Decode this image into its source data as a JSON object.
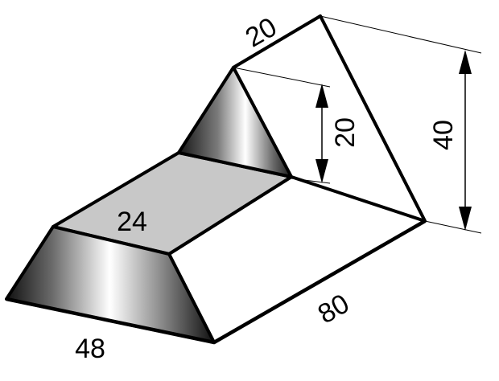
{
  "dimensions": {
    "top_width": "20",
    "inner_height": "20",
    "total_height": "40",
    "slot_width": "24",
    "bottom_width": "48",
    "length": "80"
  },
  "colors": {
    "outline": "#000000",
    "background": "#ffffff",
    "slot_floor": "#c8c8c8",
    "shade_dark": "#1a1a1a",
    "shade_light": "#ffffff"
  }
}
